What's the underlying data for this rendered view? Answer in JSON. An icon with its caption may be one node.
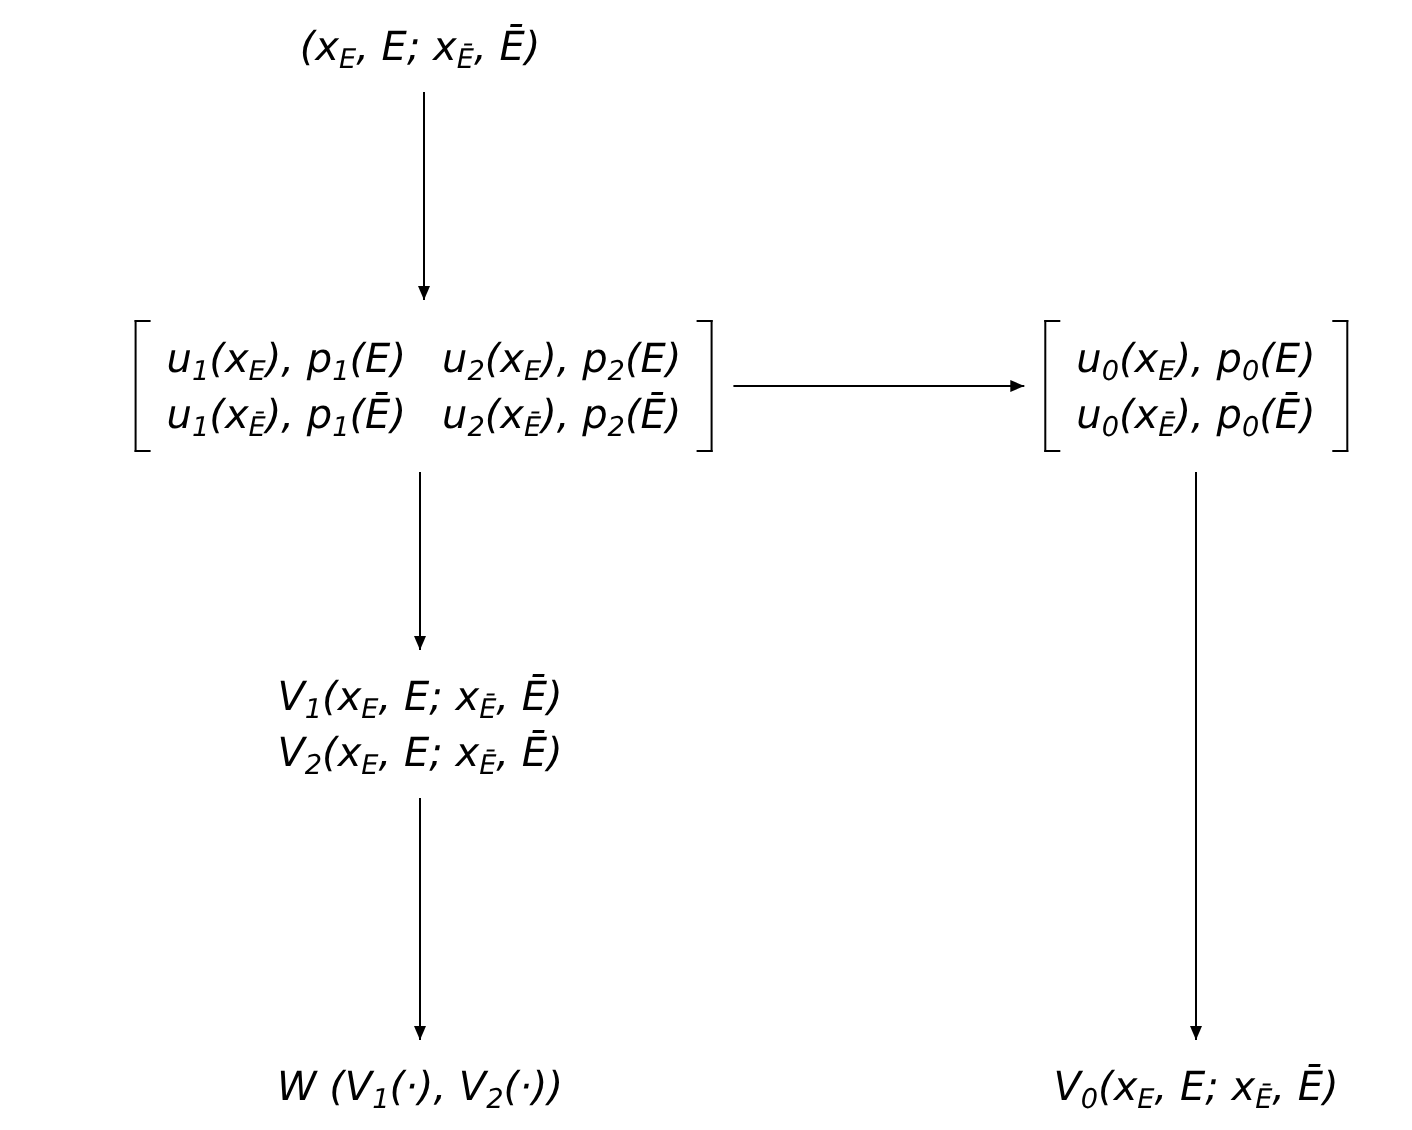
{
  "diagram": {
    "nodes": [
      {
        "text": [
          "(x$_{E}$, E; x$_{Ē}$, Ē)"
        ]
      },
      {
        "text": [
          "u$_{1}$(x$_{E}$), p$_{1}$(E)",
          "u$_{2}$(x$_{E}$), p$_{2}$(E)",
          "u$_{1}$(x$_{Ē}$), p$_{1}$(Ē)",
          "u$_{2}$(x$_{Ē}$), p$_{2}$(Ē)"
        ]
      },
      {
        "text": [
          "u$_{0}$(x$_{E}$), p$_{0}$(E)",
          "u$_{0}$(x$_{Ē}$), p$_{0}$(Ē)"
        ]
      },
      {
        "text": [
          "V$_{1}$(x$_{E}$, E; x$_{Ē}$, Ē)",
          "V$_{2}$(x$_{E}$, E; x$_{Ē}$, Ē)"
        ]
      },
      {
        "text": [
          "W (V$_{1}$(·), V$_{2}$(·))"
        ]
      },
      {
        "text": [
          "V$_{0}$(x$_{E}$, E; x$_{Ē}$, Ē)"
        ]
      }
    ],
    "edges": [
      {
        "from": 0,
        "to": 1,
        "arrow": "to"
      },
      {
        "from": 1,
        "to": 2,
        "arrow": "to"
      },
      {
        "from": 1,
        "to": 3,
        "arrow": "to"
      },
      {
        "from": 3,
        "to": 4,
        "arrow": "to"
      },
      {
        "from": 2,
        "to": 5,
        "arrow": "to"
      }
    ]
  }
}
